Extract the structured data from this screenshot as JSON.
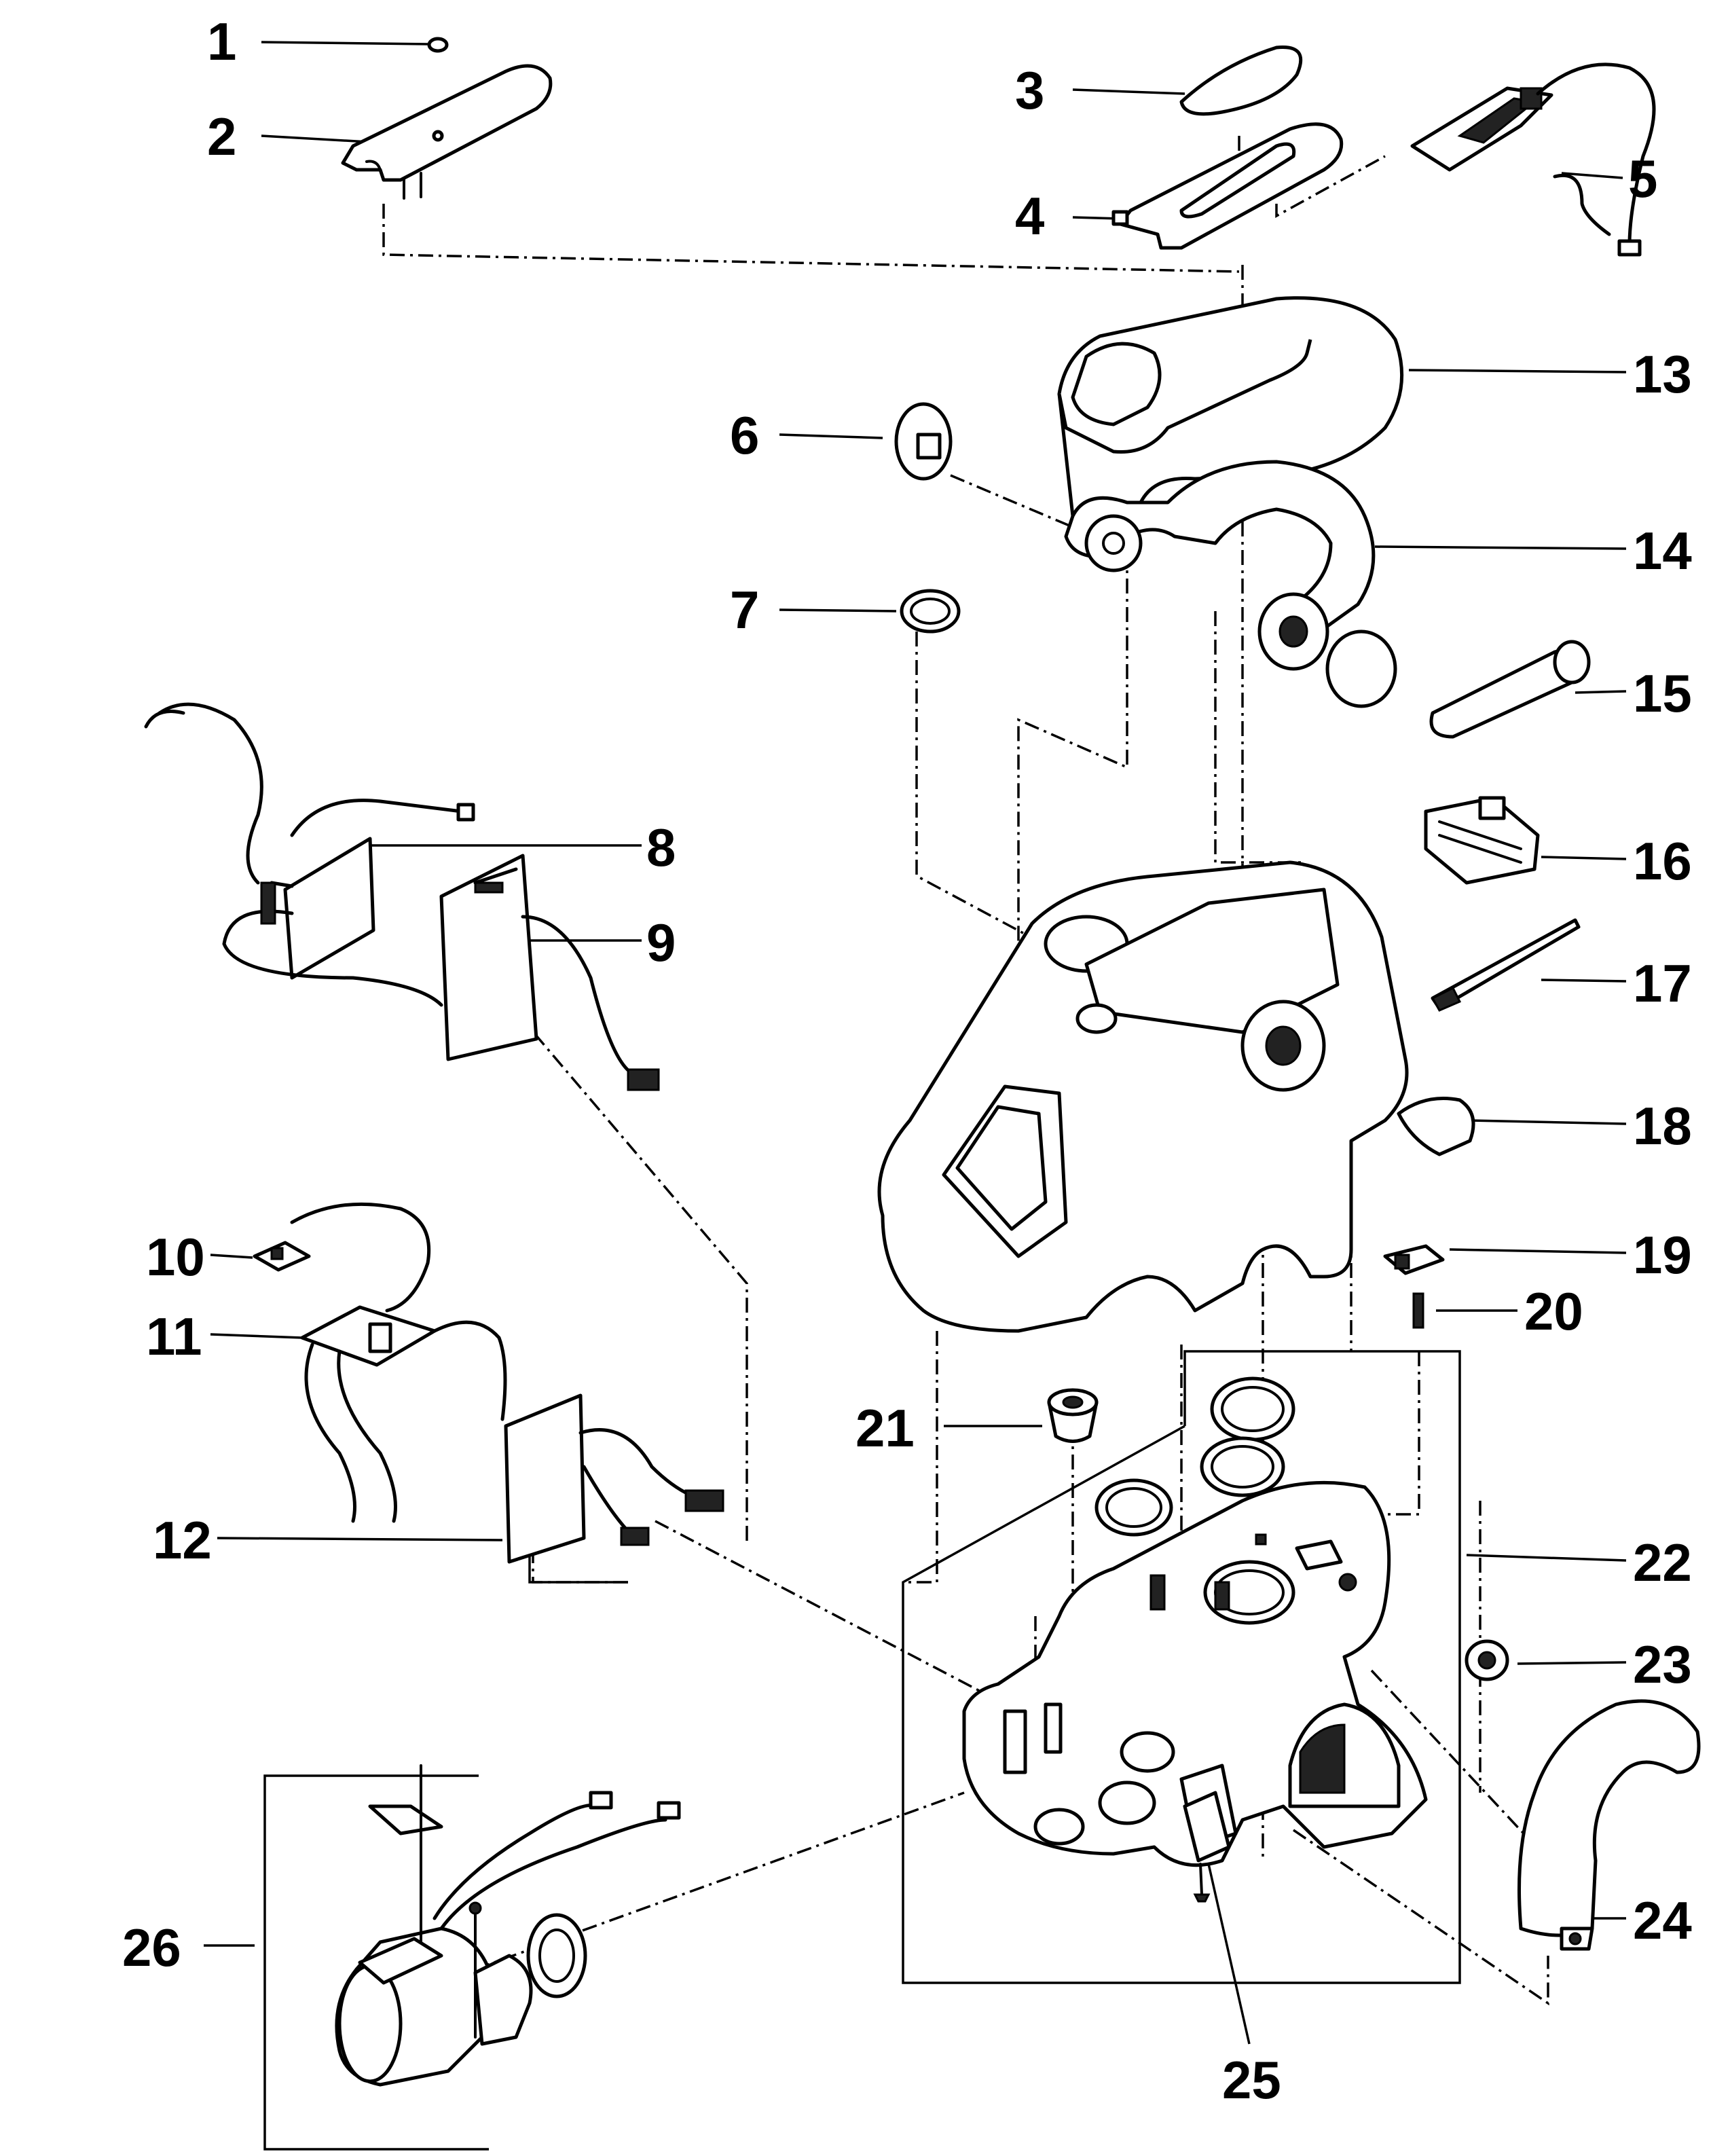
{
  "callouts": [
    {
      "id": "1",
      "label": "1"
    },
    {
      "id": "2",
      "label": "2"
    },
    {
      "id": "3",
      "label": "3"
    },
    {
      "id": "4",
      "label": "4"
    },
    {
      "id": "5",
      "label": "5"
    },
    {
      "id": "6",
      "label": "6"
    },
    {
      "id": "7",
      "label": "7"
    },
    {
      "id": "8",
      "label": "8"
    },
    {
      "id": "9",
      "label": "9"
    },
    {
      "id": "10",
      "label": "10"
    },
    {
      "id": "11",
      "label": "11"
    },
    {
      "id": "12",
      "label": "12"
    },
    {
      "id": "13",
      "label": "13"
    },
    {
      "id": "14",
      "label": "14"
    },
    {
      "id": "15",
      "label": "15"
    },
    {
      "id": "16",
      "label": "16"
    },
    {
      "id": "17",
      "label": "17"
    },
    {
      "id": "18",
      "label": "18"
    },
    {
      "id": "19",
      "label": "19"
    },
    {
      "id": "20",
      "label": "20"
    },
    {
      "id": "21",
      "label": "21"
    },
    {
      "id": "22",
      "label": "22"
    },
    {
      "id": "23",
      "label": "23"
    },
    {
      "id": "24",
      "label": "24"
    },
    {
      "id": "25",
      "label": "25"
    },
    {
      "id": "26",
      "label": "26"
    }
  ],
  "style": {
    "background": "#ffffff",
    "ink": "#000000"
  }
}
